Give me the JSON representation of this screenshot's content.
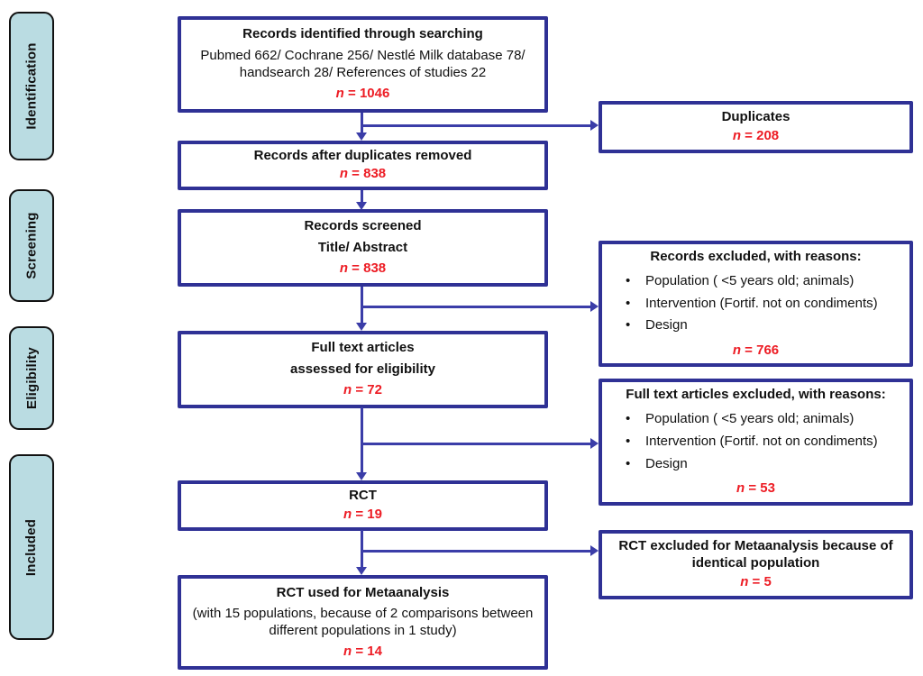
{
  "palette": {
    "box_border": "#2f3195",
    "arrow": "#3b3da8",
    "n_red": "#ed1c24",
    "stage_fill": "#badce2",
    "stage_border": "#111111",
    "text": "#111111",
    "background": "#ffffff"
  },
  "stages": [
    {
      "label": "Identification"
    },
    {
      "label": "Screening"
    },
    {
      "label": "Eligibility"
    },
    {
      "label": "Included"
    }
  ],
  "main_boxes": {
    "identified": {
      "title": "Records identified through searching",
      "detail": "Pubmed 662/ Cochrane 256/ Nestlé Milk database 78/ handsearch 28/ References of studies 22",
      "n_symbol": "n",
      "n_value": " = 1046"
    },
    "deduplicated": {
      "title": "Records after duplicates removed",
      "n_symbol": "n",
      "n_value": " = 838"
    },
    "screened": {
      "title_line1": "Records screened",
      "title_line2": "Title/ Abstract",
      "n_symbol": "n",
      "n_value": " = 838"
    },
    "fulltext": {
      "title_line1": "Full text articles",
      "title_line2": "assessed for eligibility",
      "n_symbol": "n",
      "n_value": " = 72"
    },
    "rct": {
      "title": "RCT",
      "n_symbol": "n",
      "n_value": " = 19"
    },
    "meta": {
      "title": "RCT used for Metaanalysis",
      "detail": "(with 15 populations, because of 2 comparisons between different populations in 1 study)",
      "n_symbol": "n",
      "n_value": " = 14"
    }
  },
  "side_boxes": {
    "duplicates": {
      "title": "Duplicates",
      "n_symbol": "n",
      "n_value": " = 208"
    },
    "records_excluded": {
      "title": "Records excluded, with reasons:",
      "reasons": [
        "Population ( <5 years old; animals)",
        "Intervention (Fortif. not on condiments)",
        "Design"
      ],
      "n_symbol": "n",
      "n_value": " = 766"
    },
    "fulltext_excluded": {
      "title": "Full text articles excluded, with reasons:",
      "reasons": [
        "Population ( <5 years old; animals)",
        "Intervention (Fortif. not on condiments)",
        "Design"
      ],
      "n_symbol": "n",
      "n_value": " = 53"
    },
    "rct_excluded": {
      "title": "RCT excluded for Metaanalysis because of identical population",
      "n_symbol": "n",
      "n_value": " = 5"
    }
  }
}
